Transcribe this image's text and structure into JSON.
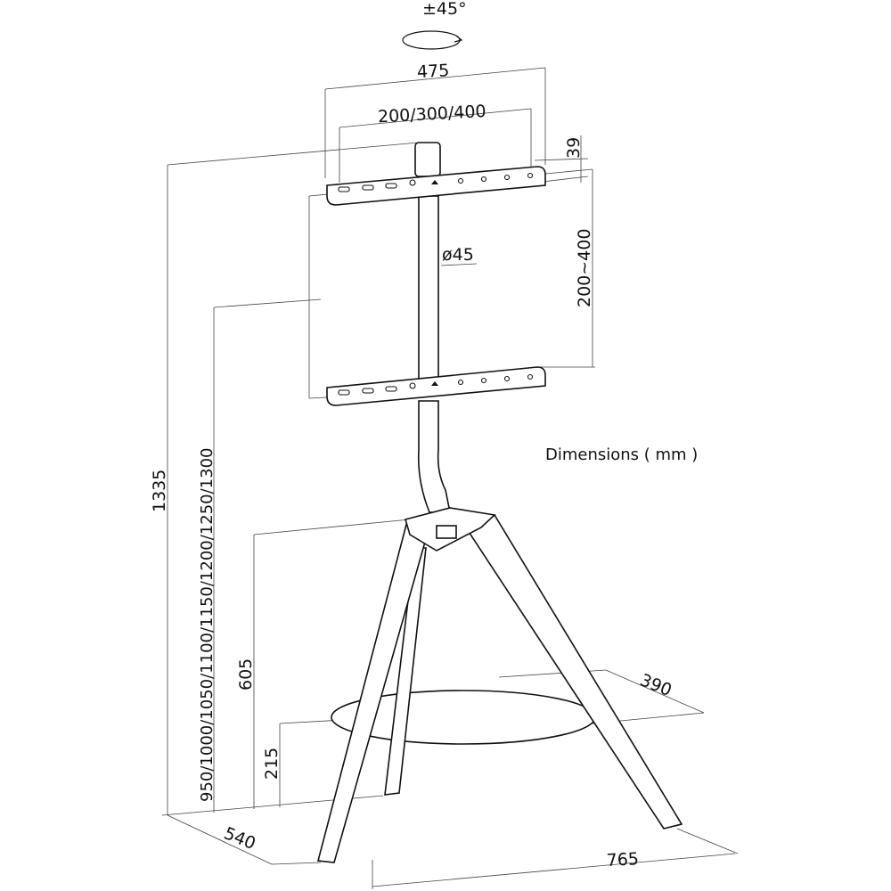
{
  "title": "Dimensions ( mm )",
  "dimensions": {
    "rotation": "±45°",
    "plate_width": "475",
    "vesa_horizontal": "200/300/400",
    "plate_height": "39",
    "pole_diameter": "ø45",
    "vesa_vertical": "200~400",
    "total_height": "1335",
    "mount_heights": "950/1000/1050/1100/1150/1200/1250/1300",
    "leg_junction_height": "605",
    "shelf_height": "215",
    "depth": "540",
    "width": "765",
    "shelf_depth": "390"
  }
}
